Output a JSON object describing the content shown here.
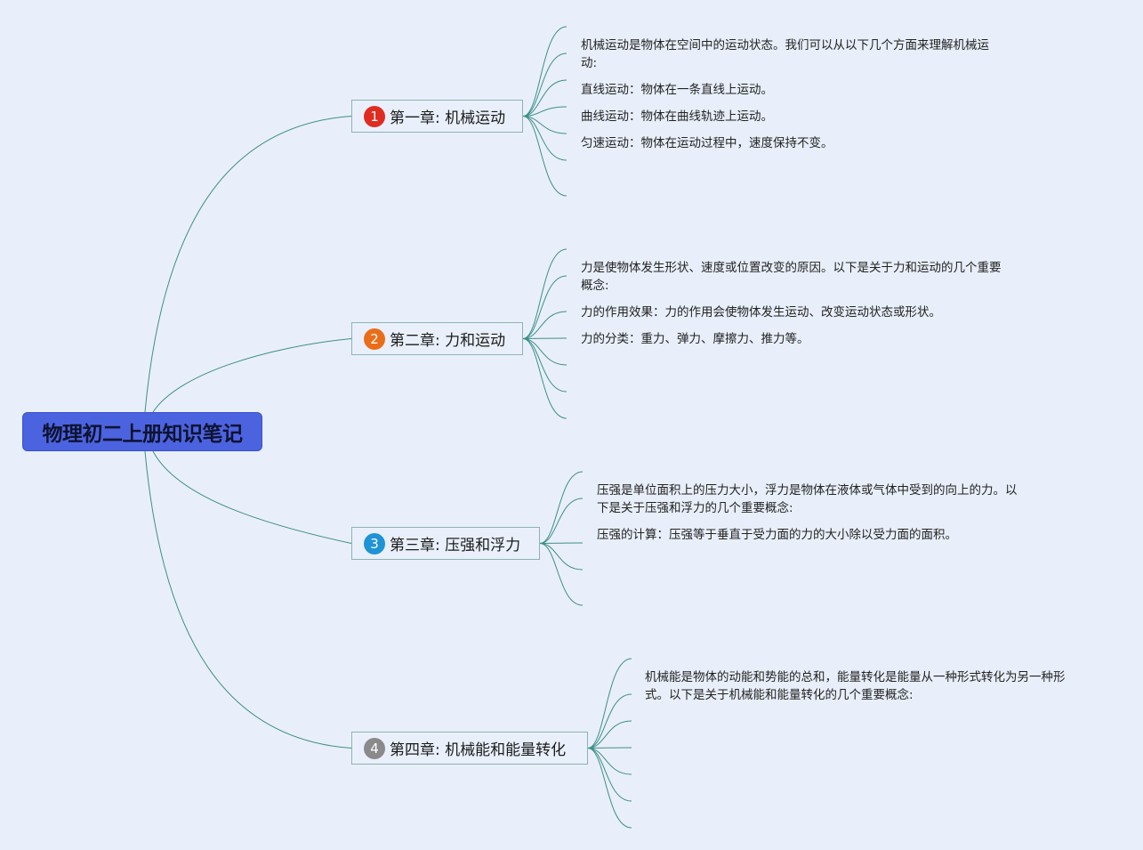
{
  "root": {
    "title": "物理初二上册知识笔记",
    "color": "#4c63e0"
  },
  "chapters": [
    {
      "number": "1",
      "badge_color": "#e02b20",
      "title": "第一章: 机械运动",
      "leaves": [
        [
          "机械运动是物体在空间中的运动状态。我们可以从以下几个方面来理解机械运",
          "动:"
        ],
        [
          "直线运动：物体在一条直线上运动。"
        ],
        [
          "曲线运动：物体在曲线轨迹上运动。"
        ],
        [
          "匀速运动：物体在运动过程中，速度保持不变。"
        ]
      ]
    },
    {
      "number": "2",
      "badge_color": "#ea6d1a",
      "title": "第二章: 力和运动",
      "leaves": [
        [
          "力是使物体发生形状、速度或位置改变的原因。以下是关于力和运动的几个重要",
          "概念:"
        ],
        [
          "力的作用效果：力的作用会使物体发生运动、改变运动状态或形状。"
        ],
        [
          "力的分类：重力、弹力、摩擦力、推力等。"
        ]
      ]
    },
    {
      "number": "3",
      "badge_color": "#1e93d6",
      "title": "第三章: 压强和浮力",
      "leaves": [
        [
          "压强是单位面积上的压力大小，浮力是物体在液体或气体中受到的向上的力。以",
          "下是关于压强和浮力的几个重要概念:"
        ],
        [
          "压强的计算：压强等于垂直于受力面的力的大小除以受力面的面积。"
        ]
      ]
    },
    {
      "number": "4",
      "badge_color": "#8a8a8a",
      "title": "第四章: 机械能和能量转化",
      "leaves": [
        [
          "机械能是物体的动能和势能的总和，能量转化是能量从一种形式转化为另一种形",
          "式。以下是关于机械能和能量转化的几个重要概念:"
        ]
      ]
    }
  ]
}
